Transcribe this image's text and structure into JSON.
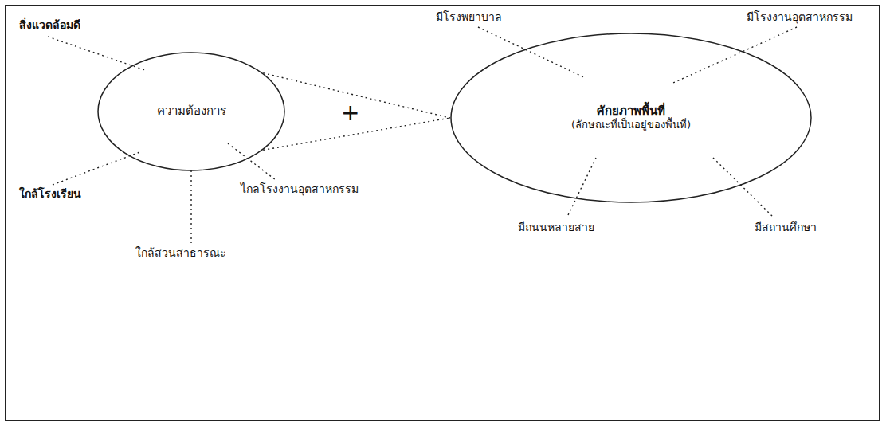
{
  "diagram": {
    "nodes": [
      {
        "text": [
          "ความต้องการ"
        ]
      },
      {
        "text": [
          "ศักยภาพพื้นที่",
          "(ลักษณะที่เป็นอยู่ของพื้นที่)"
        ]
      }
    ],
    "edges": [
      {
        "from": 0,
        "to": 1,
        "arrow": "none"
      }
    ],
    "labels": [
      "สิ่งแวดล้อมดี",
      "ใกล้โรงเรียน",
      "ใกล้สวนสาธารณะ",
      "ไกลโรงงานอุตสาหกรรม",
      "+",
      "มีโรงพยาบาล",
      "มีโรงงานอุตสาหกรรม",
      "มีถนนหลายสาย",
      "มีสถานศึกษา"
    ]
  }
}
